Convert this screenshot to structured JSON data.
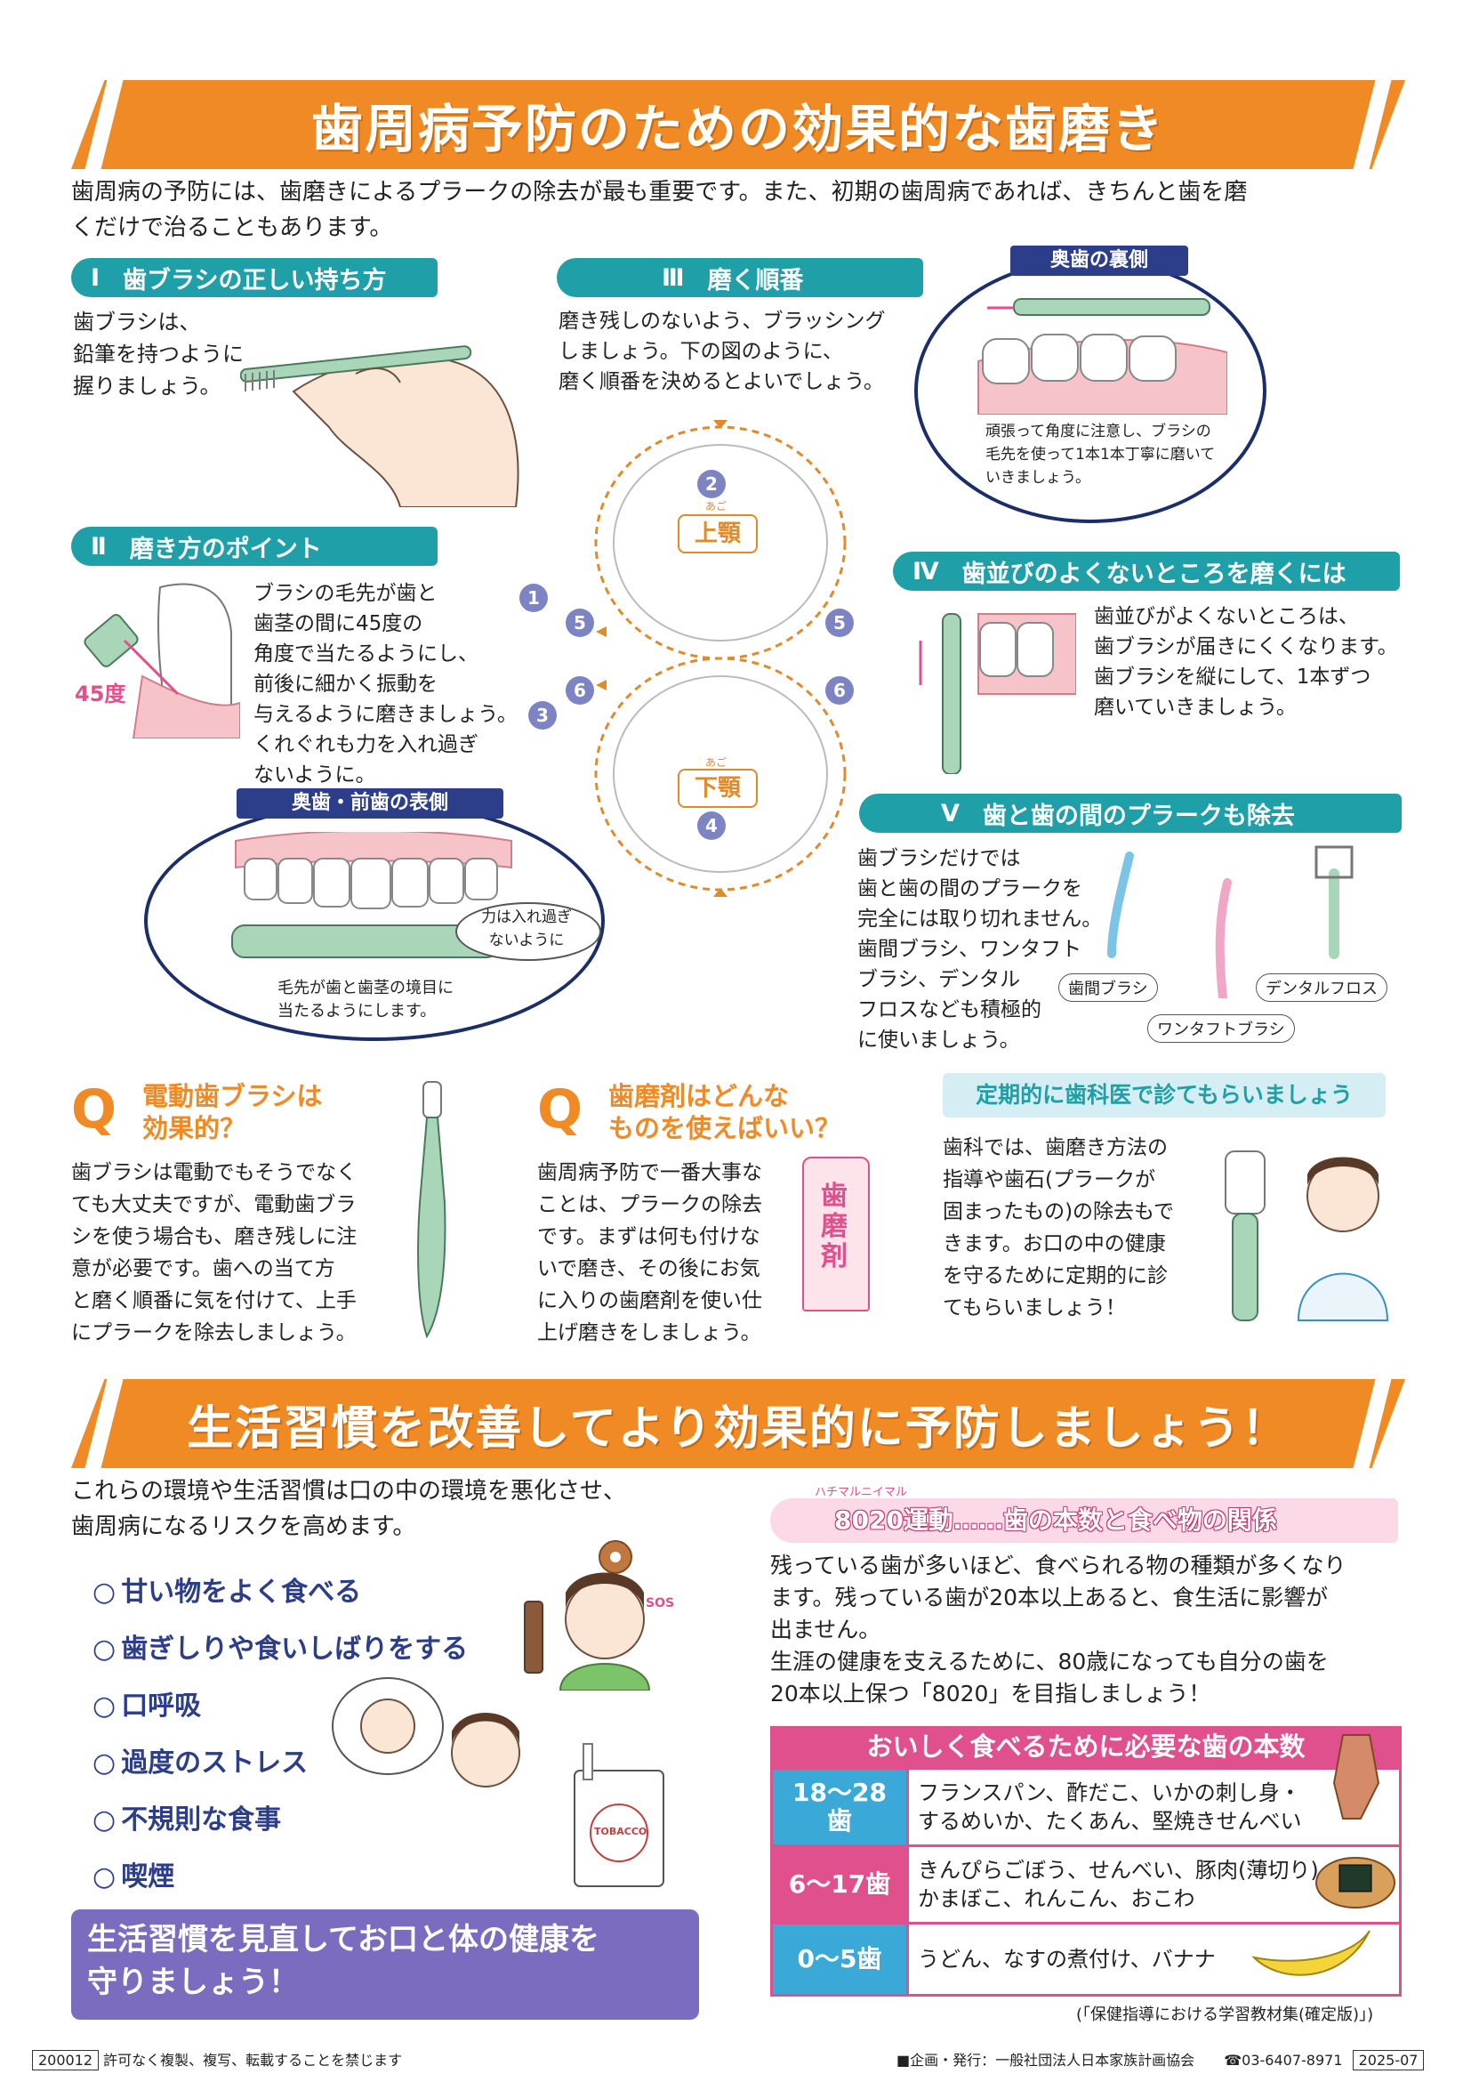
{
  "title": "歯周病予防のための効果的な歯磨き",
  "intro": [
    "歯周病の予防には、歯磨きによるプラークの除去が最も重要です。また、初期の歯周病であれば、きちんと歯を磨",
    "くだけで治ることもあります。"
  ],
  "sec1": {
    "num": "Ⅰ",
    "title": "歯ブラシの正しい持ち方",
    "lines": [
      "歯ブラシは、",
      "鉛筆を持つように",
      "握りましょう。"
    ]
  },
  "sec2": {
    "num": "Ⅱ",
    "title": "磨き方のポイント",
    "angle": "45度",
    "lines": [
      "ブラシの毛先が歯と",
      "歯茎の間に45度の",
      "角度で当たるようにし、",
      "前後に細かく振動を",
      "与えるように磨きましょう。",
      "くれぐれも力を入れ過ぎ",
      "ないように。"
    ]
  },
  "front": {
    "tag": "奥歯・前歯の表側",
    "note": [
      "力は入れ過ぎ",
      "ないように"
    ],
    "caption": [
      "毛先が歯と歯茎の境目に",
      "当たるようにします。"
    ]
  },
  "sec3": {
    "num": "Ⅲ",
    "title": "磨く順番",
    "lines": [
      "磨き残しのないよう、ブラッシング",
      "しましょう。下の図のように、",
      "磨く順番を決めるとよいでしょう。"
    ],
    "upper": "上顎",
    "upper_ruby": "あご",
    "lower": "下顎",
    "lower_ruby": "あご",
    "nums": [
      "1",
      "2",
      "3",
      "4",
      "5",
      "5",
      "6",
      "6"
    ]
  },
  "back": {
    "tag": "奥歯の裏側",
    "caption": [
      "頑張って角度に注意し、ブラシの",
      "毛先を使って1本1本丁寧に磨いて",
      "いきましょう。"
    ]
  },
  "sec4": {
    "num": "Ⅳ",
    "title": "歯並びのよくないところを磨くには",
    "lines": [
      "歯並びがよくないところは、",
      "歯ブラシが届きにくくなります。",
      "歯ブラシを縦にして、1本ずつ",
      "磨いていきましょう。"
    ]
  },
  "sec5": {
    "num": "Ⅴ",
    "title": "歯と歯の間のプラークも除去",
    "lines": [
      "歯ブラシだけでは",
      "歯と歯の間のプラークを",
      "完全には取り切れません。",
      "歯間ブラシ、ワンタフト",
      "ブラシ、デンタル",
      "フロスなども積極的",
      "に使いましょう。"
    ],
    "tools": [
      "歯間ブラシ",
      "ワンタフトブラシ",
      "デンタルフロス"
    ]
  },
  "q1": {
    "q": "Q",
    "title": [
      "電動歯ブラシは",
      "効果的？"
    ],
    "lines": [
      "歯ブラシは電動でもそうでなく",
      "ても大丈夫ですが、電動歯ブラ",
      "シを使う場合も、磨き残しに注",
      "意が必要です。歯への当て方",
      "と磨く順番に気を付けて、上手",
      "にプラークを除去しましょう。"
    ]
  },
  "q2": {
    "q": "Q",
    "title": [
      "歯磨剤はどんな",
      "ものを使えばいい？"
    ],
    "tube": "歯磨剤",
    "lines": [
      "歯周病予防で一番大事な",
      "ことは、プラークの除去",
      "です。まずは何も付けな",
      "いで磨き、その後にお気",
      "に入りの歯磨剤を使い仕",
      "上げ磨きをしましょう。"
    ]
  },
  "q3": {
    "title": "定期的に歯科医で診てもらいましょう",
    "lines": [
      "歯科では、歯磨き方法の",
      "指導や歯石(プラークが",
      "固まったもの)の除去もで",
      "きます。お口の中の健康",
      "を守るために定期的に診",
      "てもらいましょう！"
    ]
  },
  "title2": "生活習慣を改善してより効果的に予防しましょう！",
  "risk_intro": [
    "これらの環境や生活習慣は口の中の環境を悪化させ、",
    "歯周病になるリスクを高めます。"
  ],
  "risks": [
    "甘い物をよく食べる",
    "歯ぎしりや食いしばりをする",
    "口呼吸",
    "過度のストレス",
    "不規則な食事",
    "喫煙"
  ],
  "sos": "SOS",
  "tobacco": "TOBACCO",
  "callout": [
    "生活習慣を見直してお口と体の健康を",
    "守りましょう！"
  ],
  "m8020": {
    "ruby": "ハチマルニイマル",
    "title": "8020運動……歯の本数と食べ物の関係",
    "lines": [
      "残っている歯が多いほど、食べられる物の種類が多くなり",
      "ます。残っている歯が20本以上あると、食生活に影響が",
      "出ません。",
      "生涯の健康を支えるために、80歳になっても自分の歯を",
      "20本以上保つ「8020」を目指しましょう！"
    ]
  },
  "teeth_table": {
    "title": "おいしく食べるために必要な歯の本数",
    "rows": [
      {
        "range": "18～28歯",
        "foods": [
          "フランスパン、酢だこ、いかの刺し身・",
          "するめいか、たくあん、堅焼きせんべい"
        ],
        "color": "#3aa9d8"
      },
      {
        "range": "6～17歯",
        "foods": [
          "きんぴらごぼう、せんべい、豚肉(薄切り)、",
          "かまぼこ、れんこん、おこわ"
        ],
        "color": "#e0508c"
      },
      {
        "range": "0～5歯",
        "foods": [
          "うどん、なすの煮付け、バナナ"
        ],
        "color": "#3aa9d8"
      }
    ]
  },
  "source": "(「保健指導における学習教材集(確定版)」)",
  "footer": {
    "code": "200012",
    "notice": "許可なく複製、複写、転載することを禁じます",
    "publisher": "■企画・発行：一般社団法人日本家族計画協会",
    "phone": "☎03-6407-8971",
    "date": "2025-07"
  }
}
